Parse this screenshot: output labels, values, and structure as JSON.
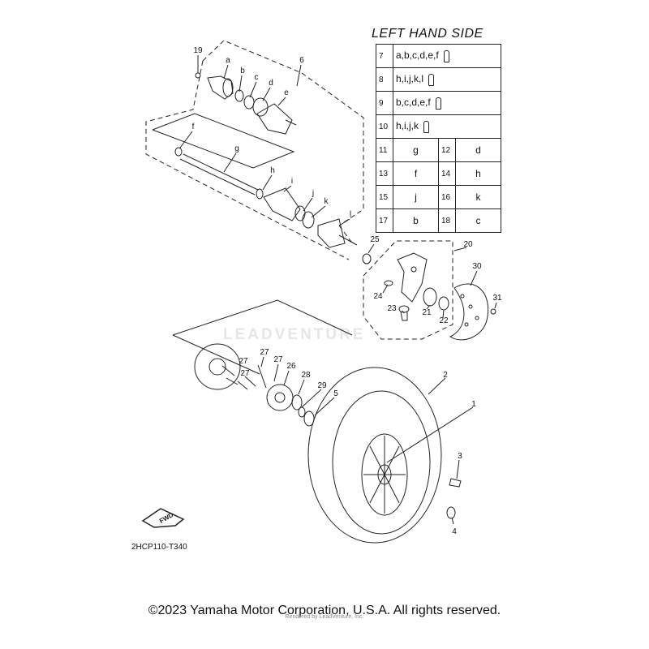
{
  "table": {
    "title": "LEFT HAND SIDE",
    "wide_rows": [
      {
        "num": "7",
        "text": "a,b,c,d,e,f"
      },
      {
        "num": "8",
        "text": "h,i,j,k,l"
      },
      {
        "num": "9",
        "text": "b,c,d,e,f"
      },
      {
        "num": "10",
        "text": "h,i,j,k"
      }
    ],
    "pair_rows": [
      {
        "n1": "11",
        "v1": "g",
        "n2": "12",
        "v2": "d"
      },
      {
        "n1": "13",
        "v1": "f",
        "n2": "14",
        "v2": "h"
      },
      {
        "n1": "15",
        "v1": "j",
        "n2": "16",
        "v2": "k"
      },
      {
        "n1": "17",
        "v1": "b",
        "n2": "18",
        "v2": "c"
      }
    ]
  },
  "part_labels": [
    "19",
    "a",
    "b",
    "c",
    "d",
    "e",
    "6",
    "f",
    "g",
    "h",
    "i",
    "j",
    "k",
    "l",
    "25",
    "20",
    "30",
    "24",
    "31",
    "21",
    "23",
    "22",
    "2",
    "27",
    "27",
    "26",
    "27",
    "28",
    "29",
    "5",
    "1",
    "3",
    "4"
  ],
  "fwd_label": "FWD",
  "diagram_code": "2HCP110-T340",
  "watermark": "LEADVENTURE",
  "copyright": "©2023 Yamaha Motor Corporation, U.S.A. All rights reserved.",
  "rendered_by": "Rendered by LeadVenture, Inc."
}
